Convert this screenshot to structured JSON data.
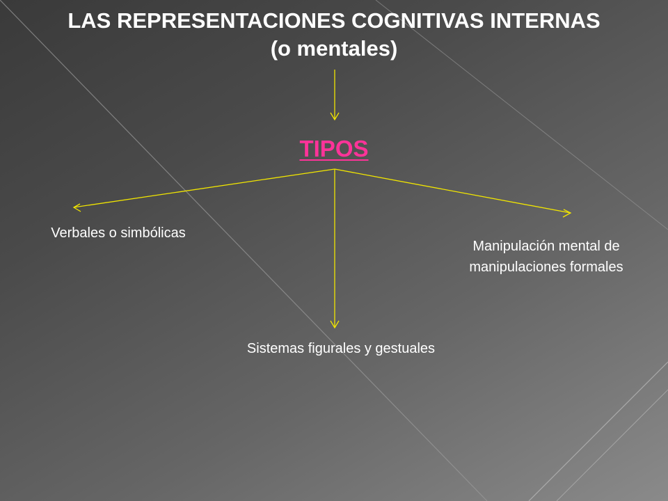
{
  "slide": {
    "title_line1": "LAS REPRESENTACIONES COGNITIVAS INTERNAS",
    "title_line2": "(o mentales)",
    "center_label": "TIPOS",
    "nodes": {
      "verbales": "Verbales o simbólicas",
      "manipulacion_line1": "Manipulación mental de",
      "manipulacion_line2": "manipulaciones formales",
      "sistemas": "Sistemas figurales y gestuales"
    }
  },
  "colors": {
    "title": "#ffffff",
    "center_label": "#ff3399",
    "arrows": "#f2e600",
    "nodes": "#ffffff"
  }
}
